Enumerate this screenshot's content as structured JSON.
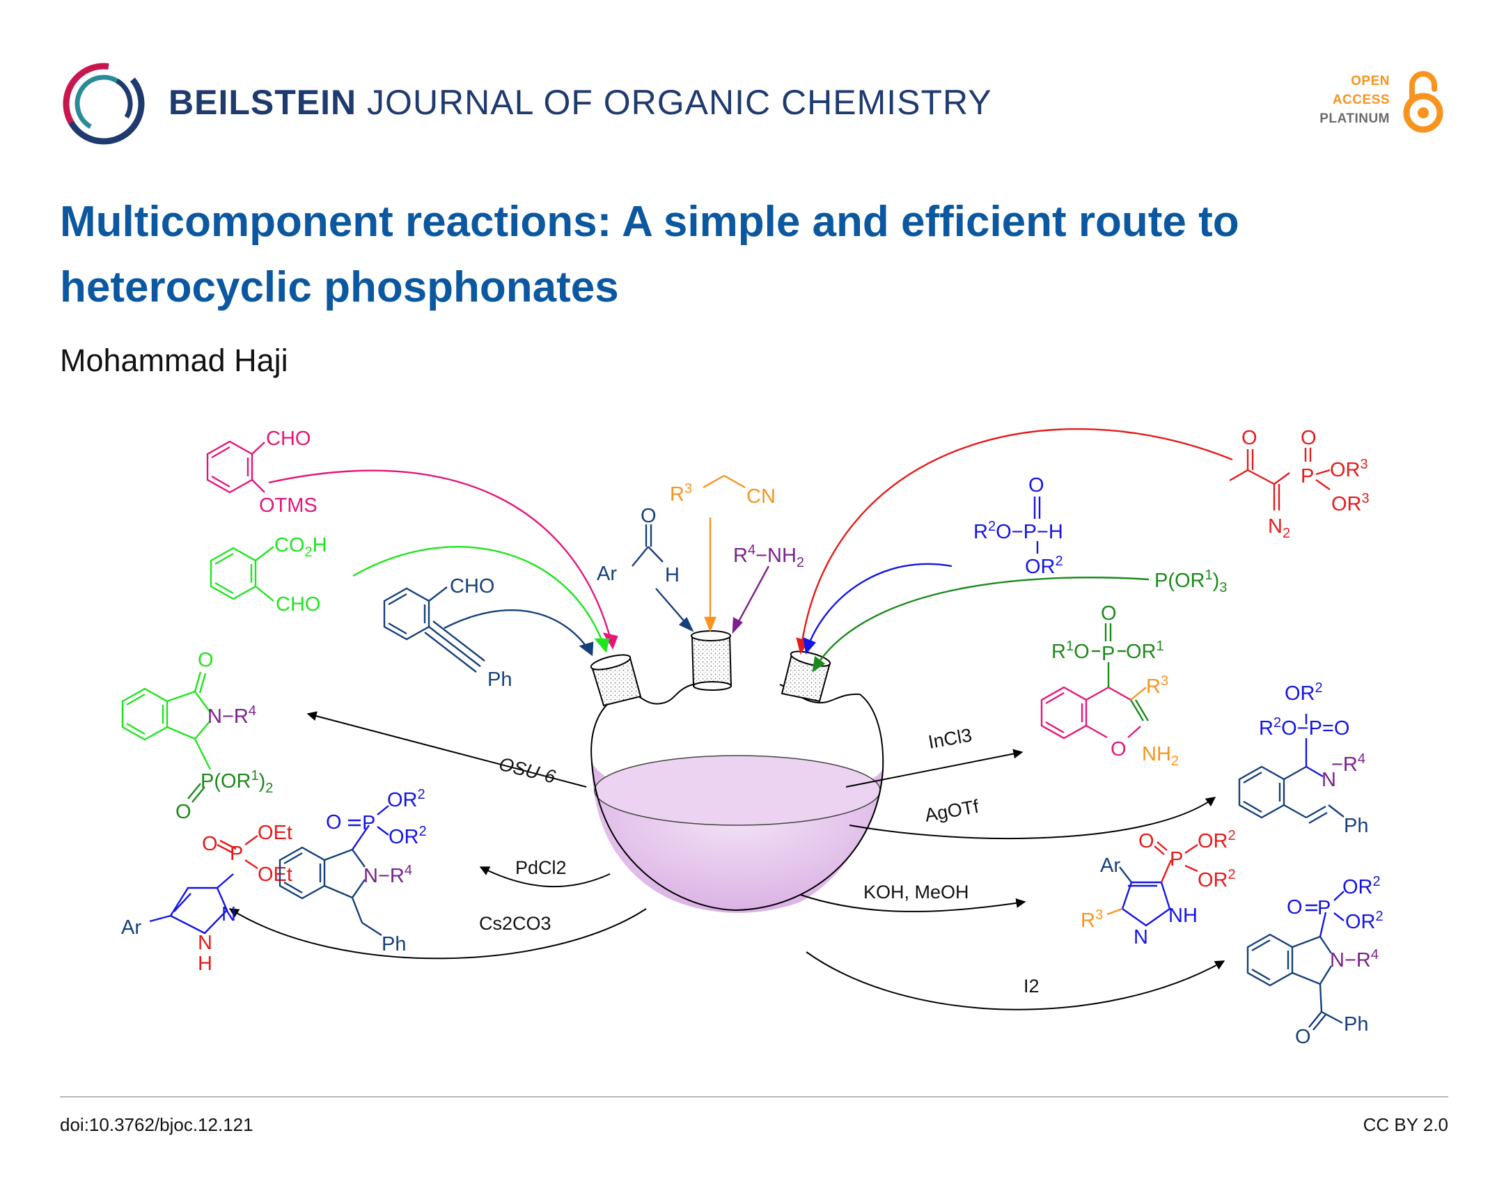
{
  "header": {
    "journal_bold": "BEILSTEIN",
    "journal_rest": "JOURNAL OF ORGANIC CHEMISTRY",
    "oa_line1": "OPEN",
    "oa_line2": "ACCESS",
    "oa_line3": "PLATINUM",
    "logo_icon": "beilstein-ring-logo",
    "oa_icon": "open-access-lock-icon"
  },
  "article": {
    "title": "Multicomponent reactions: A simple and efficient route to heterocyclic phosphonates",
    "author": "Mohammad Haji"
  },
  "scheme": {
    "reactants": {
      "aldehyde_otms": [
        "CHO",
        "OTMS"
      ],
      "formylbenzoic_acid": [
        "CO2H",
        "CHO"
      ],
      "alkynyl_benzaldehyde": [
        "CHO",
        "Ph"
      ],
      "aldehyde": [
        "O",
        "Ar",
        "H"
      ],
      "nitrile": [
        "R3",
        "CN"
      ],
      "amine": "R4−NH2",
      "phosphite_h": [
        "O",
        "R2O−P−H",
        "OR2"
      ],
      "trialkyl_phosphite": "P(OR1)3",
      "diazo_phosphonate": [
        "O",
        "O",
        "P",
        "OR3",
        "OR3",
        "N2"
      ]
    },
    "conditions": [
      "OSU-6",
      "InCl3",
      "AgOTf",
      "PdCl2",
      "Cs2CO3",
      "KOH, MeOH",
      "I2"
    ],
    "products": {
      "isoindolinone": [
        "O",
        "N−R4",
        "P(OR1)2",
        "O"
      ],
      "pyrazole_ar": [
        "O",
        "P",
        "OEt",
        "OEt",
        "Ar",
        "N",
        "N",
        "H"
      ],
      "isoindole_benzyl": [
        "O",
        "P",
        "OR2",
        "OR2",
        "N−R4",
        "Ph"
      ],
      "chromene": [
        "O",
        "R1O",
        "P",
        "OR1",
        "R3",
        "O",
        "NH2"
      ],
      "dihydroisoquinoline": [
        "OR2",
        "R2O−P=O",
        "N",
        "R4",
        "Ph"
      ],
      "pyrazole_r3": [
        "O",
        "P",
        "OR2",
        "OR2",
        "Ar",
        "R3",
        "N",
        "NH"
      ],
      "isoindole_benzoyl": [
        "O",
        "P",
        "OR2",
        "OR2",
        "N−R4",
        "O",
        "Ph"
      ]
    },
    "colors": {
      "magenta": "#e5157a",
      "green": "#1ee51e",
      "navy": "#153f7a",
      "orange": "#f7931e",
      "purple": "#7b1f8c",
      "blue": "#1414e6",
      "dark_green": "#1a8a1a",
      "red": "#e61a1a",
      "flask_fill": "#e6c6ee"
    }
  },
  "footer": {
    "doi": "doi:10.3762/bjoc.12.121",
    "license": "CC BY 2.0"
  }
}
